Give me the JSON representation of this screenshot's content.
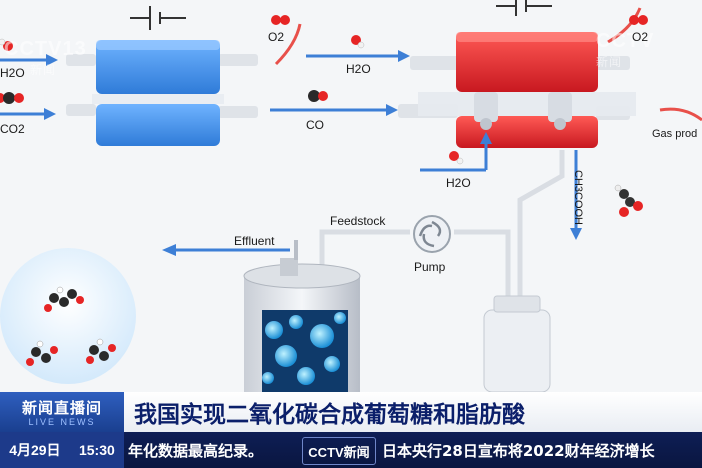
{
  "watermarks": {
    "left_logo": "CCTV13",
    "left_logo_sub": "新闻",
    "right_logo": "CCTV",
    "right_logo_sub": "新闻"
  },
  "diagram": {
    "left_o2": "O2",
    "left_h2o": "H2O",
    "left_co2": "CO2",
    "mid_h2o_in": "H2O",
    "mid_co": "CO",
    "bottom_h2o": "H2O",
    "right_o2": "O2",
    "gas_products": "Gas prod",
    "acetic_acid": "CH3COOH",
    "effluent": "Effluent",
    "feedstock": "Feedstock",
    "pump": "Pump"
  },
  "colors": {
    "left_reactor": "#3f8fe6",
    "right_reactor": "#e3242b",
    "flow_arrow": "#3d7fd6",
    "headline_text": "#0b1f6a",
    "badge_blue": "#2456b5"
  },
  "headline": {
    "badge_title": "新闻直播间",
    "badge_sub": "LIVE NEWS",
    "text": "我国实现二氧化碳合成葡萄糖和脂肪酸"
  },
  "ticker": {
    "date": "4月29日",
    "time": "15:30",
    "left_text": "年化数据最高纪录。",
    "logo": "CCTV新闻",
    "right_text": "日本央行28日宣布将2022财年经济增长"
  }
}
